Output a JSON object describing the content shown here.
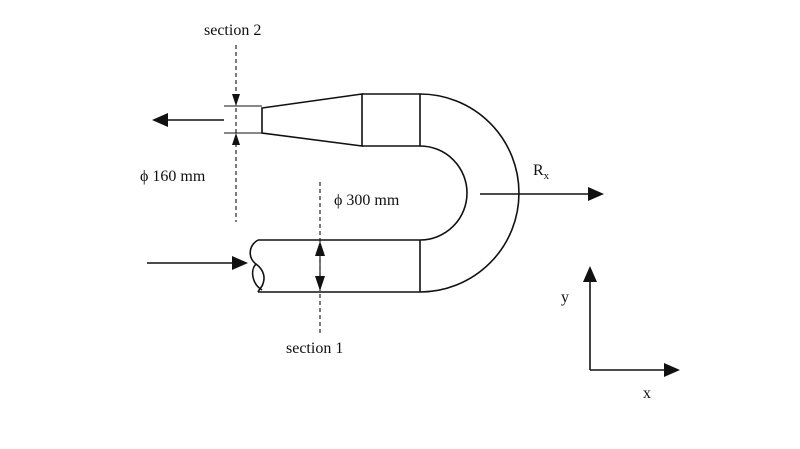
{
  "labels": {
    "section2": "section 2",
    "section1": "section 1",
    "dia_small": "ϕ 160 mm",
    "dia_large": "ϕ 300 mm",
    "rx_main": "R",
    "rx_sub": "x",
    "axis_y": "y",
    "axis_x": "x"
  },
  "colors": {
    "ink": "#111111",
    "background": "#ffffff"
  }
}
